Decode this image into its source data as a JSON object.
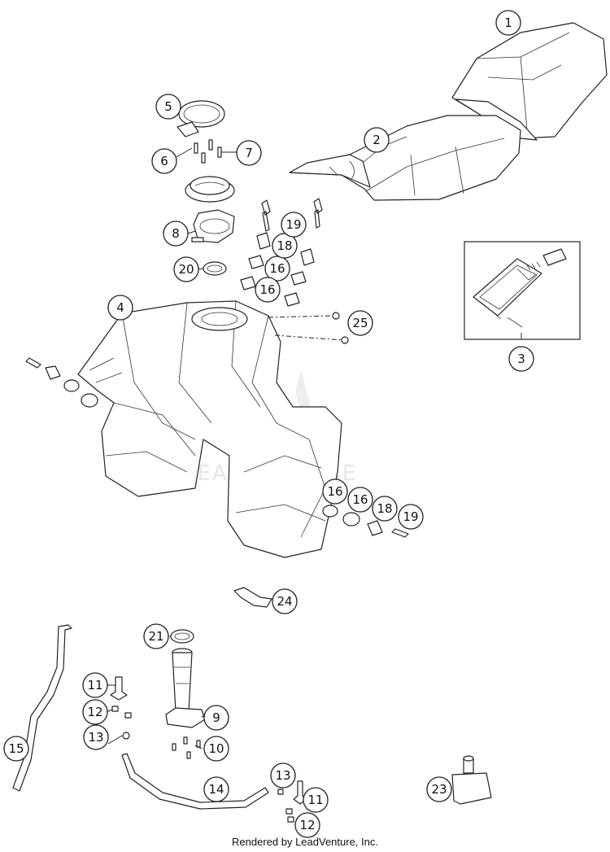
{
  "diagram": {
    "callouts": [
      "1",
      "2",
      "3",
      "4",
      "5",
      "6",
      "7",
      "8",
      "9",
      "10",
      "11",
      "11",
      "12",
      "12",
      "13",
      "13",
      "14",
      "15",
      "16",
      "16",
      "16",
      "16",
      "18",
      "18",
      "19",
      "19",
      "20",
      "21",
      "23",
      "24",
      "25"
    ],
    "watermark": "LEADVENTURE"
  },
  "footer": {
    "text": "Rendered by LeadVenture, Inc."
  }
}
